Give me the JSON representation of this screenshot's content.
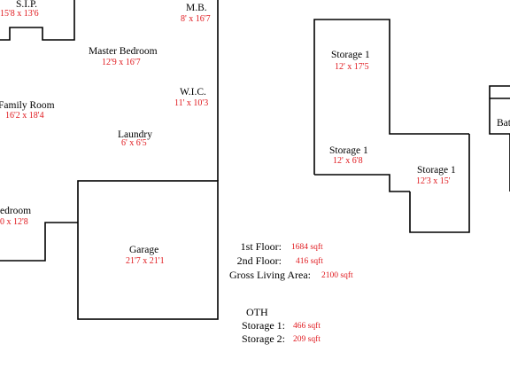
{
  "colors": {
    "wall": "#000000",
    "label": "#000000",
    "dimension": "#e0191e"
  },
  "rooms": {
    "sip": {
      "name": "S.I.P.",
      "dim": "15'8 x 13'6"
    },
    "master_bedroom": {
      "name": "Master Bedroom",
      "dim": "12'9 x 16'7"
    },
    "master_bath": {
      "name": "M.B.",
      "dim": "8' x 16'7"
    },
    "family_room": {
      "name": "Family Room",
      "dim": "16'2 x 18'4"
    },
    "wic": {
      "name": "W.I.C.",
      "dim": "11' x 10'3"
    },
    "laundry": {
      "name": "Laundry",
      "dim": "6' x 6'5"
    },
    "bedroom": {
      "name": "edroom",
      "dim": "0 x 12'8"
    },
    "garage": {
      "name": "Garage",
      "dim": "21'7 x 21'1"
    },
    "storage_a": {
      "name": "Storage 1",
      "dim": "12' x 17'5"
    },
    "storage_b": {
      "name": "Storage 1",
      "dim": "12' x 6'8"
    },
    "storage_c": {
      "name": "Storage 1",
      "dim": "12'3 x 15'"
    },
    "bath_partial": {
      "name": "Bat"
    }
  },
  "summary": {
    "first_floor": {
      "label": "1st Floor:",
      "value": "1684 sqft"
    },
    "second_floor": {
      "label": "2nd Floor:",
      "value": "416 sqft"
    },
    "gla": {
      "label": "Gross Living Area:",
      "value": "2100 sqft"
    }
  },
  "oth": {
    "title": "OTH",
    "storage1": {
      "label": "Storage 1:",
      "value": "466 sqft"
    },
    "storage2": {
      "label": "Storage 2:",
      "value": "209 sqft"
    }
  }
}
